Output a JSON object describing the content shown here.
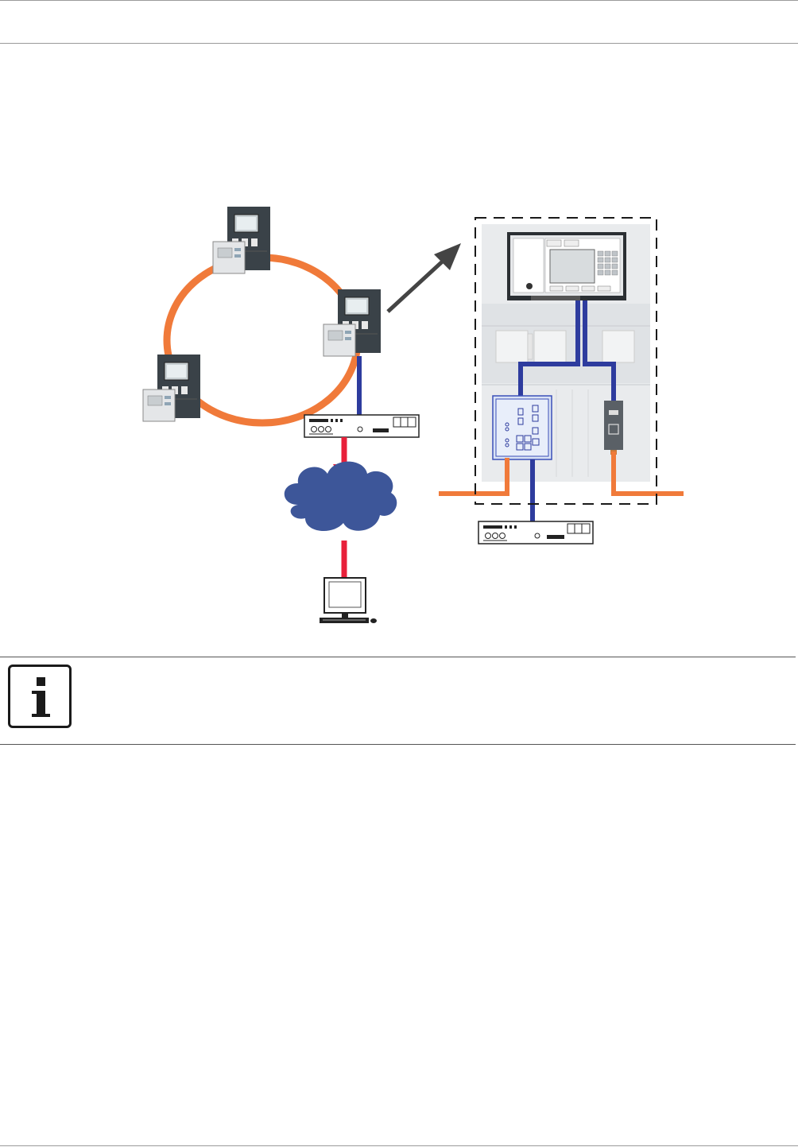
{
  "page": {
    "header_text": "",
    "footer_text": ""
  },
  "diagram": {
    "colors": {
      "ring": "#f07a3a",
      "ethernet": "#2e3c9e",
      "remote_link": "#e8203a",
      "cloud": "#3d5699",
      "panel_dark": "#3a4248",
      "panel_light": "#e4e6e8",
      "arrow": "#444444",
      "dashed_frame": "#1a1a1a"
    },
    "devices": [
      "fire-panel-top",
      "fire-panel-right",
      "fire-panel-left",
      "router-left",
      "router-bottom",
      "cloud",
      "computer",
      "panel-enclosure",
      "ethernet-module",
      "interface-module"
    ]
  },
  "note": {
    "icon": "info-icon",
    "text": ""
  }
}
